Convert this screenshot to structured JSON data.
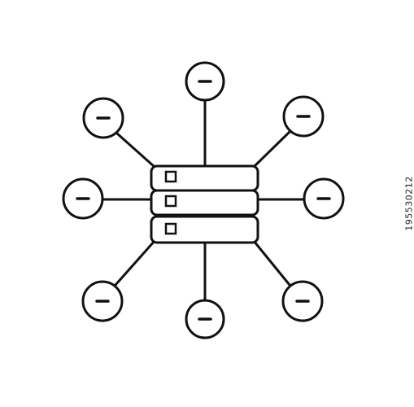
{
  "icon": {
    "name": "server-network-icon",
    "stroke_color": "#111111",
    "background_color": "#ffffff",
    "server_units": 3,
    "client_nodes": 8,
    "node_symbol": "minus"
  },
  "watermark": {
    "stock_id": "195530212"
  }
}
